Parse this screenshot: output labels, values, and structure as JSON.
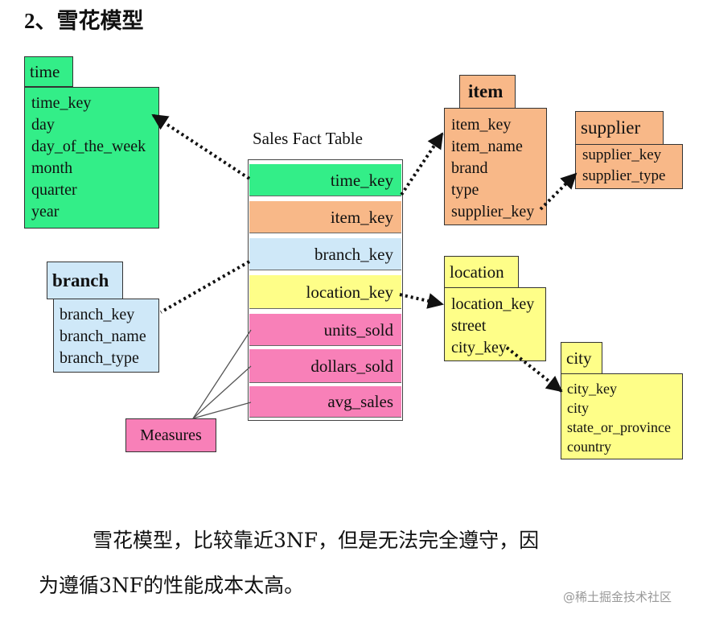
{
  "heading": "2、雪花模型",
  "fact_table": {
    "title": "Sales Fact Table",
    "rows": [
      "time_key",
      "item_key",
      "branch_key",
      "location_key",
      "units_sold",
      "dollars_sold",
      "avg_sales"
    ]
  },
  "tables": {
    "time": {
      "name": "time",
      "fields": [
        "time_key",
        "day",
        "day_of_the_week",
        "month",
        "quarter",
        "year"
      ]
    },
    "item": {
      "name": "item",
      "fields": [
        "item_key",
        "item_name",
        "brand",
        "type",
        "supplier_key"
      ]
    },
    "supplier": {
      "name": "supplier",
      "fields": [
        "supplier_key",
        "supplier_type"
      ]
    },
    "branch": {
      "name": "branch",
      "fields": [
        "branch_key",
        "branch_name",
        "branch_type"
      ]
    },
    "location": {
      "name": "location",
      "fields": [
        "location_key",
        "street",
        "city_key"
      ]
    },
    "city": {
      "name": "city",
      "fields": [
        "city_key",
        "city",
        "state_or_province",
        "country"
      ]
    }
  },
  "measures_label": "Measures",
  "colors": {
    "time": "#33ee88",
    "item": "#f8b888",
    "branch": "#cfe8f8",
    "location": "#fefe88",
    "measures": "#f880b8"
  },
  "paragraph": {
    "line1": "雪花模型，比较靠近3NF，但是无法完全遵守，因",
    "line2": "为遵循3NF的性能成本太高。"
  },
  "watermark": "@稀土掘金技术社区"
}
